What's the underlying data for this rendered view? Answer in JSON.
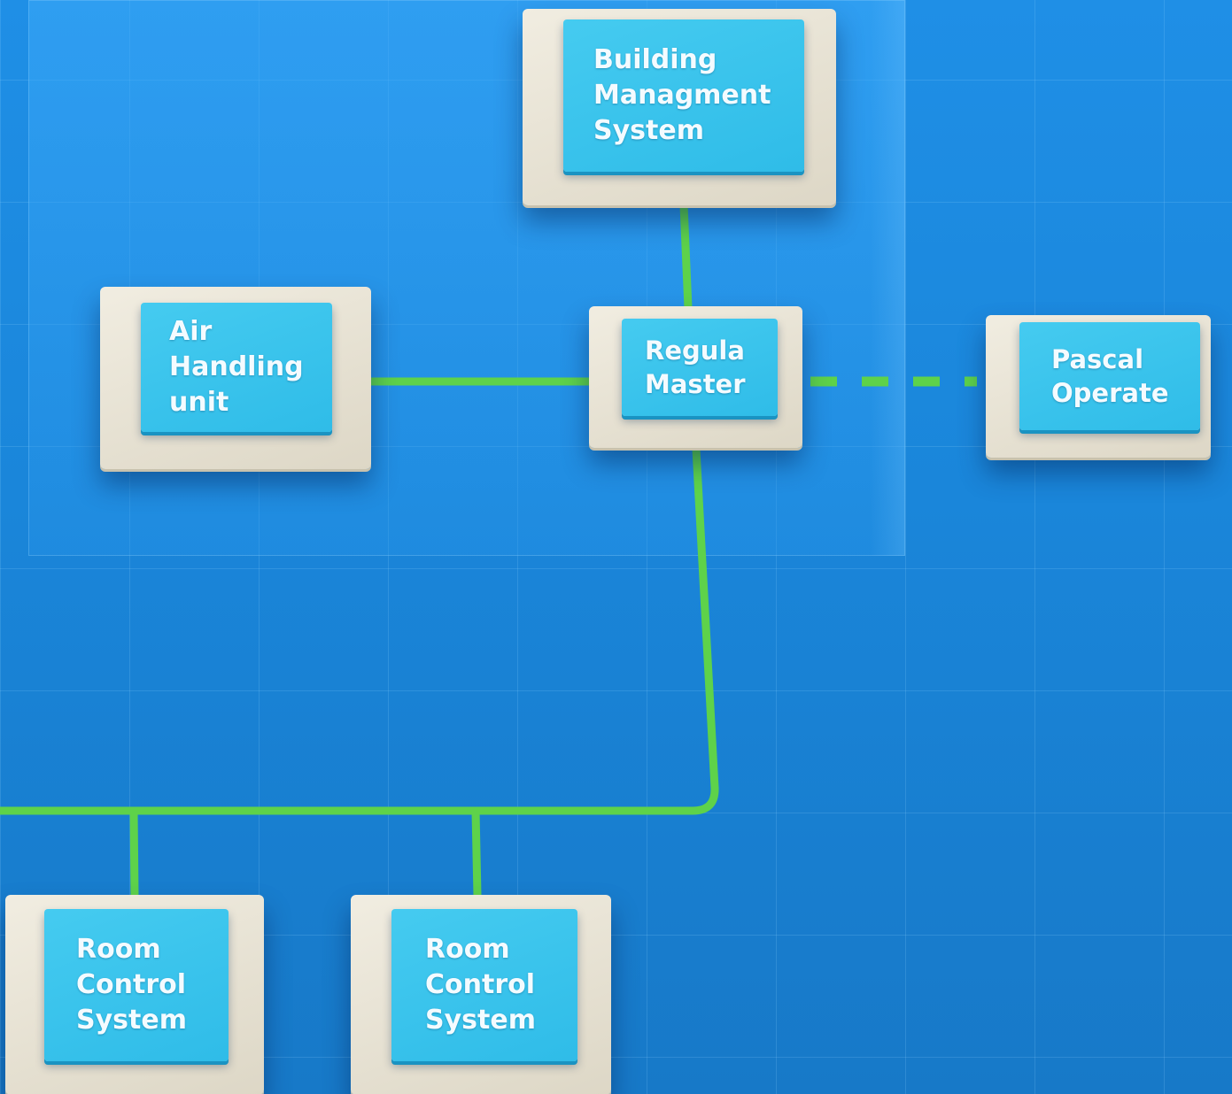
{
  "nodes": {
    "bms": {
      "label": "Building\nManagment\nSystem"
    },
    "ahu": {
      "label": "Air\nHandling\nunit"
    },
    "regula": {
      "label": "Regula\nMaster"
    },
    "pascal": {
      "label": "Pascal\nOperate"
    },
    "room1": {
      "label": "Room\nControl\nSystem"
    },
    "room2": {
      "label": "Room\nControl\nSystem"
    }
  },
  "colors": {
    "link": "#5ed24a",
    "background": "#1f8fe6",
    "module_face": "#3cc4ec",
    "module_base": "#e8e3d3"
  }
}
